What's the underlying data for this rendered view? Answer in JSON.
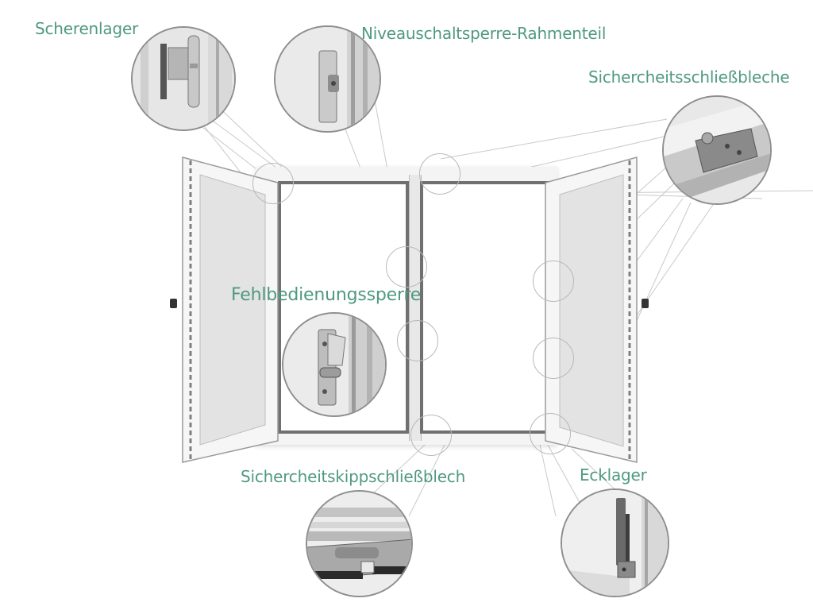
{
  "colors": {
    "label": "#4f9a7e",
    "frame": "#f3f3f3",
    "frame_shadow": "#d6d6d6",
    "inner_rail": "#6b6b6b",
    "glass": "#e4e4e4",
    "leader_line": "#c4c4c4",
    "detail_border": "#8e8e8e"
  },
  "labels": {
    "scherenlager": "Scherenlager",
    "niveauschaltsperre": "Niveauschaltsperre-Rahmenteil",
    "sicherheitsschliessbleche": "Sichercheitsschließbleche",
    "fehlbedienungssperre": "Fehlbedienungssperre",
    "sicherheitskippschliessblech": "Sichercheitskippschließblech",
    "ecklager": "Ecklager"
  },
  "details": [
    {
      "id": "scherenlager",
      "label": "Scherenlager",
      "icon": "scissor-hinge-closeup"
    },
    {
      "id": "niveauschaltsperre",
      "label": "Niveauschaltsperre-Rahmenteil",
      "icon": "level-lock-closeup"
    },
    {
      "id": "sicherheitsschliessbleche",
      "label": "Sichercheitsschließbleche",
      "icon": "strike-plate-closeup"
    },
    {
      "id": "fehlbedienungssperre",
      "label": "Fehlbedienungssperre",
      "icon": "misoperation-lock-closeup"
    },
    {
      "id": "sicherheitskippschliessblech",
      "label": "Sichercheitskippschließblech",
      "icon": "tilt-strike-plate-closeup"
    },
    {
      "id": "ecklager",
      "label": "Ecklager",
      "icon": "corner-bearing-closeup"
    }
  ]
}
